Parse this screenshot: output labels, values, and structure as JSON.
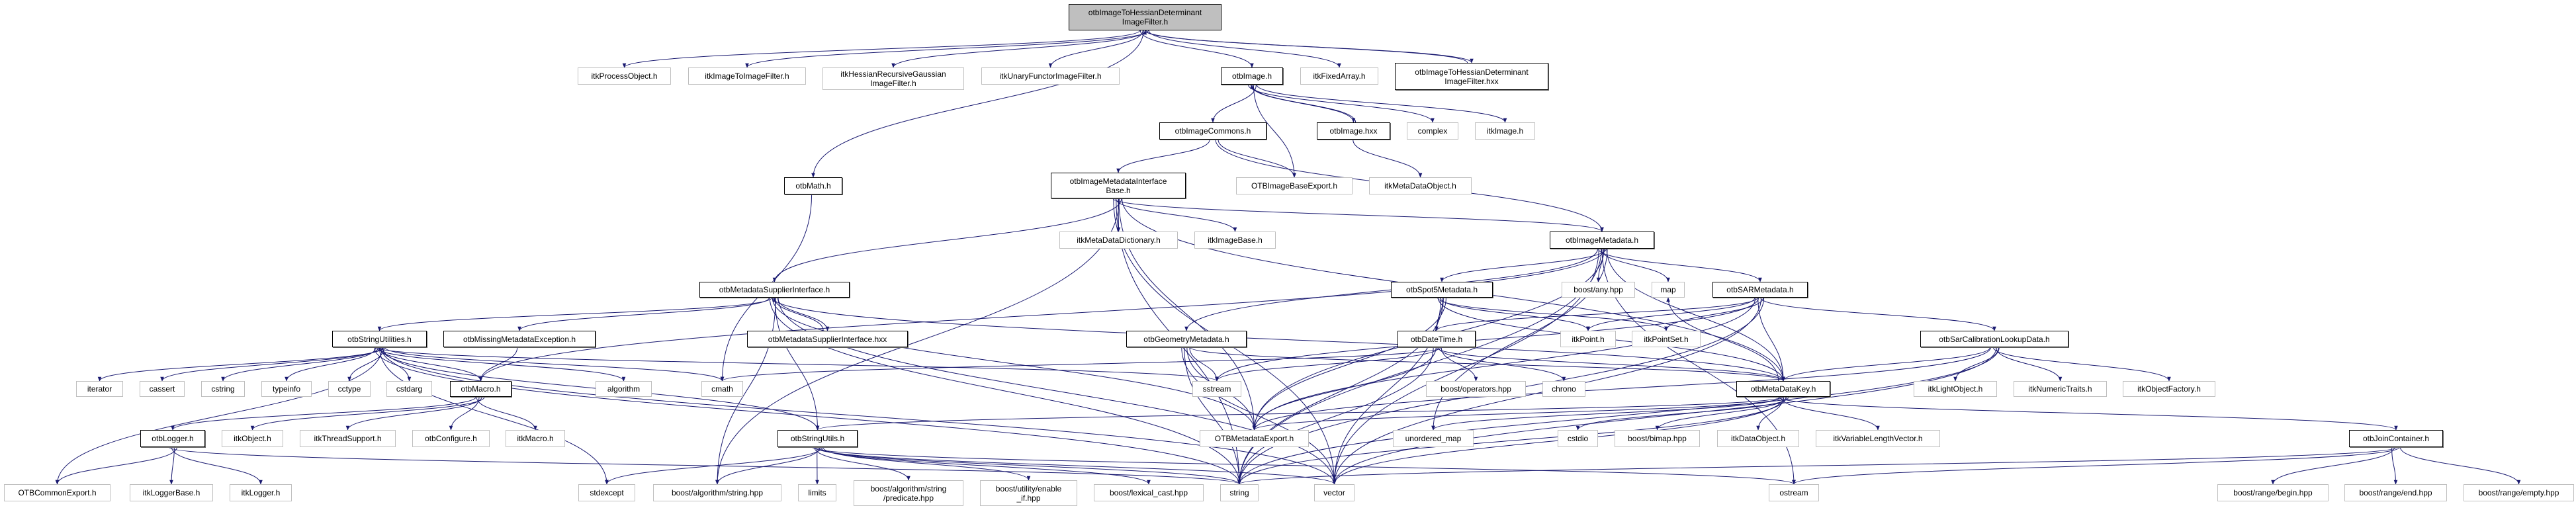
{
  "graph": {
    "edge_color": "#191970",
    "current_fill": "#bfbfbf",
    "documented_border": "#000000",
    "external_border": "#bfbfbf",
    "nodes": [
      {
        "label": "otbImageToHessianDeterminant\nImageFilter.h",
        "style": "current"
      },
      {
        "label": "itkProcessObject.h",
        "style": "external"
      },
      {
        "label": "itkImageToImageFilter.h",
        "style": "external"
      },
      {
        "label": "itkHessianRecursiveGaussian\nImageFilter.h",
        "style": "external"
      },
      {
        "label": "itkUnaryFunctorImageFilter.h",
        "style": "external"
      },
      {
        "label": "otbImage.h",
        "style": "documented"
      },
      {
        "label": "itkFixedArray.h",
        "style": "external"
      },
      {
        "label": "otbImageToHessianDeterminant\nImageFilter.hxx",
        "style": "documented"
      },
      {
        "label": "otbMath.h",
        "style": "documented"
      },
      {
        "label": "otbImageCommons.h",
        "style": "documented"
      },
      {
        "label": "otbImage.hxx",
        "style": "documented"
      },
      {
        "label": "complex",
        "style": "external"
      },
      {
        "label": "itkImage.h",
        "style": "external"
      },
      {
        "label": "otbImageMetadataInterface\nBase.h",
        "style": "documented"
      },
      {
        "label": "OTBImageBaseExport.h",
        "style": "external"
      },
      {
        "label": "itkMetaDataObject.h",
        "style": "external"
      },
      {
        "label": "itkMetaDataDictionary.h",
        "style": "external"
      },
      {
        "label": "itkImageBase.h",
        "style": "external"
      },
      {
        "label": "otbImageMetadata.h",
        "style": "documented"
      },
      {
        "label": "otbMetadataSupplierInterface.h",
        "style": "documented"
      },
      {
        "label": "otbSpot5Metadata.h",
        "style": "documented"
      },
      {
        "label": "boost/any.hpp",
        "style": "external"
      },
      {
        "label": "map",
        "style": "external"
      },
      {
        "label": "otbSARMetadata.h",
        "style": "documented"
      },
      {
        "label": "otbStringUtilities.h",
        "style": "documented"
      },
      {
        "label": "otbMissingMetadataException.h",
        "style": "documented"
      },
      {
        "label": "otbMetadataSupplierInterface.hxx",
        "style": "documented"
      },
      {
        "label": "otbGeometryMetadata.h",
        "style": "documented"
      },
      {
        "label": "otbDateTime.h",
        "style": "documented"
      },
      {
        "label": "itkPoint.h",
        "style": "external"
      },
      {
        "label": "itkPointSet.h",
        "style": "external"
      },
      {
        "label": "otbSarCalibrationLookupData.h",
        "style": "documented"
      },
      {
        "label": "iterator",
        "style": "external"
      },
      {
        "label": "cassert",
        "style": "external"
      },
      {
        "label": "cstring",
        "style": "external"
      },
      {
        "label": "typeinfo",
        "style": "external"
      },
      {
        "label": "cctype",
        "style": "external"
      },
      {
        "label": "cstdarg",
        "style": "external"
      },
      {
        "label": "otbMacro.h",
        "style": "documented"
      },
      {
        "label": "algorithm",
        "style": "external"
      },
      {
        "label": "cmath",
        "style": "external"
      },
      {
        "label": "sstream",
        "style": "external"
      },
      {
        "label": "boost/operators.hpp",
        "style": "external"
      },
      {
        "label": "chrono",
        "style": "external"
      },
      {
        "label": "otbMetaDataKey.h",
        "style": "documented"
      },
      {
        "label": "itkLightObject.h",
        "style": "external"
      },
      {
        "label": "itkNumericTraits.h",
        "style": "external"
      },
      {
        "label": "itkObjectFactory.h",
        "style": "external"
      },
      {
        "label": "otbLogger.h",
        "style": "documented"
      },
      {
        "label": "itkObject.h",
        "style": "external"
      },
      {
        "label": "itkThreadSupport.h",
        "style": "external"
      },
      {
        "label": "otbConfigure.h",
        "style": "external"
      },
      {
        "label": "itkMacro.h",
        "style": "external"
      },
      {
        "label": "otbStringUtils.h",
        "style": "documented"
      },
      {
        "label": "OTBMetadataExport.h",
        "style": "external"
      },
      {
        "label": "unordered_map",
        "style": "external"
      },
      {
        "label": "cstdio",
        "style": "external"
      },
      {
        "label": "boost/bimap.hpp",
        "style": "external"
      },
      {
        "label": "itkDataObject.h",
        "style": "external"
      },
      {
        "label": "itkVariableLengthVector.h",
        "style": "external"
      },
      {
        "label": "otbJoinContainer.h",
        "style": "documented"
      },
      {
        "label": "OTBCommonExport.h",
        "style": "external"
      },
      {
        "label": "itkLoggerBase.h",
        "style": "external"
      },
      {
        "label": "itkLogger.h",
        "style": "external"
      },
      {
        "label": "stdexcept",
        "style": "external"
      },
      {
        "label": "boost/algorithm/string.hpp",
        "style": "external"
      },
      {
        "label": "limits",
        "style": "external"
      },
      {
        "label": "boost/algorithm/string\n/predicate.hpp",
        "style": "external"
      },
      {
        "label": "boost/utility/enable\n_if.hpp",
        "style": "external"
      },
      {
        "label": "boost/lexical_cast.hpp",
        "style": "external"
      },
      {
        "label": "string",
        "style": "external"
      },
      {
        "label": "vector",
        "style": "external"
      },
      {
        "label": "ostream",
        "style": "external"
      },
      {
        "label": "boost/range/begin.hpp",
        "style": "external"
      },
      {
        "label": "boost/range/end.hpp",
        "style": "external"
      },
      {
        "label": "boost/range/empty.hpp",
        "style": "external"
      }
    ],
    "edges": [
      [
        0,
        1
      ],
      [
        0,
        2
      ],
      [
        0,
        3
      ],
      [
        0,
        4
      ],
      [
        0,
        5
      ],
      [
        0,
        6
      ],
      [
        0,
        7
      ],
      [
        0,
        8
      ],
      [
        7,
        0
      ],
      [
        5,
        9
      ],
      [
        5,
        14
      ],
      [
        5,
        10
      ],
      [
        5,
        11
      ],
      [
        5,
        12
      ],
      [
        10,
        5
      ],
      [
        10,
        15
      ],
      [
        9,
        13
      ],
      [
        9,
        14
      ],
      [
        9,
        18
      ],
      [
        13,
        16
      ],
      [
        13,
        17
      ],
      [
        13,
        18
      ],
      [
        13,
        19
      ],
      [
        13,
        54
      ],
      [
        13,
        70
      ],
      [
        13,
        71
      ],
      [
        13,
        44
      ],
      [
        13,
        65
      ],
      [
        8,
        40
      ],
      [
        18,
        27
      ],
      [
        18,
        20
      ],
      [
        18,
        21
      ],
      [
        18,
        22
      ],
      [
        18,
        23
      ],
      [
        18,
        44
      ],
      [
        18,
        54
      ],
      [
        18,
        70
      ],
      [
        18,
        71
      ],
      [
        18,
        55
      ],
      [
        18,
        38
      ],
      [
        18,
        72
      ],
      [
        19,
        24
      ],
      [
        19,
        25
      ],
      [
        19,
        26
      ],
      [
        19,
        53
      ],
      [
        19,
        54
      ],
      [
        19,
        70
      ],
      [
        19,
        71
      ],
      [
        19,
        65
      ],
      [
        19,
        44
      ],
      [
        26,
        19
      ],
      [
        24,
        32
      ],
      [
        24,
        33
      ],
      [
        24,
        34
      ],
      [
        24,
        35
      ],
      [
        24,
        36
      ],
      [
        24,
        37
      ],
      [
        24,
        38
      ],
      [
        24,
        39
      ],
      [
        24,
        40
      ],
      [
        24,
        61
      ],
      [
        24,
        64
      ],
      [
        24,
        41
      ],
      [
        24,
        70
      ],
      [
        24,
        71
      ],
      [
        24,
        53
      ],
      [
        25,
        38
      ],
      [
        38,
        48
      ],
      [
        38,
        49
      ],
      [
        38,
        50
      ],
      [
        38,
        51
      ],
      [
        38,
        52
      ],
      [
        48,
        61
      ],
      [
        48,
        62
      ],
      [
        48,
        63
      ],
      [
        48,
        70
      ],
      [
        53,
        64
      ],
      [
        53,
        65
      ],
      [
        53,
        66
      ],
      [
        53,
        67
      ],
      [
        53,
        68
      ],
      [
        53,
        69
      ],
      [
        53,
        70
      ],
      [
        53,
        71
      ],
      [
        53,
        72
      ],
      [
        27,
        41
      ],
      [
        27,
        54
      ],
      [
        27,
        70
      ],
      [
        27,
        71
      ],
      [
        27,
        44
      ],
      [
        20,
        28
      ],
      [
        20,
        29
      ],
      [
        20,
        30
      ],
      [
        20,
        54
      ],
      [
        20,
        70
      ],
      [
        20,
        71
      ],
      [
        20,
        44
      ],
      [
        28,
        42
      ],
      [
        28,
        43
      ],
      [
        28,
        54
      ],
      [
        28,
        70
      ],
      [
        28,
        40
      ],
      [
        28,
        41
      ],
      [
        28,
        44
      ],
      [
        23,
        28
      ],
      [
        23,
        29
      ],
      [
        23,
        30
      ],
      [
        23,
        31
      ],
      [
        23,
        44
      ],
      [
        23,
        54
      ],
      [
        23,
        70
      ],
      [
        23,
        71
      ],
      [
        23,
        41
      ],
      [
        31,
        44
      ],
      [
        31,
        45
      ],
      [
        31,
        46
      ],
      [
        31,
        47
      ],
      [
        31,
        54
      ],
      [
        31,
        70
      ],
      [
        31,
        71
      ],
      [
        44,
        54
      ],
      [
        44,
        55
      ],
      [
        44,
        56
      ],
      [
        44,
        57
      ],
      [
        44,
        58
      ],
      [
        44,
        59
      ],
      [
        44,
        60
      ],
      [
        44,
        70
      ],
      [
        44,
        71
      ],
      [
        44,
        53
      ],
      [
        44,
        22
      ],
      [
        60,
        72
      ],
      [
        60,
        70
      ],
      [
        60,
        73
      ],
      [
        60,
        74
      ],
      [
        60,
        75
      ]
    ]
  }
}
